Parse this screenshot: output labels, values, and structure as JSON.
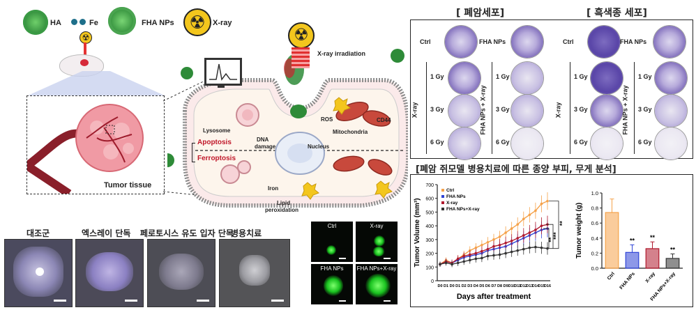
{
  "legend": {
    "ha": "HA",
    "fe": "Fe",
    "fha_nps": "FHA NPs",
    "xray": "X-ray"
  },
  "tumor_tissue": "Tumor tissue",
  "cell": {
    "xray_irradiation": "X-ray irradiation",
    "cd44": "CD44",
    "lysosome": "Lysosome",
    "dna_damage_1": "DNA",
    "dna_damage_2": "damage",
    "nucleus": "Nucleus",
    "mitochondria": "Mitochondria",
    "apoptosis": "Apoptosis",
    "ferroptosis": "Ferroptosis",
    "iron": "Iron",
    "lipid_1": "Lipid",
    "lipid_2": "peroxidation",
    "ros": "ROS"
  },
  "photos": {
    "labels": [
      "대조군",
      "엑스레이 단독",
      "페로토시스 유도 입자 단독",
      "병용치료"
    ]
  },
  "fluor": {
    "labels": [
      "Ctrl",
      "X-ray",
      "FHA NPs",
      "FHA NPs+X-ray"
    ]
  },
  "colony": {
    "lung_title": "[ 폐암세포]",
    "mela_title": "[ 흑색종 세포]",
    "ctrl": "Ctrl",
    "fha": "FHA NPs",
    "xray": "X-ray",
    "combo": "FHA NPs + X-ray",
    "doses": [
      "1 Gy",
      "3 Gy",
      "6 Gy"
    ]
  },
  "mouse_title": "[폐암 쥐모델 병용치료에 따른 종양 부피, 무게 분석]",
  "chart_data": [
    {
      "type": "line",
      "xlabel": "Days after treatment",
      "ylabel": "Tumor Volume (mm³)",
      "ylim": [
        0,
        700
      ],
      "yticks": [
        0,
        100,
        200,
        300,
        400,
        500,
        600,
        700
      ],
      "categories": [
        "D0",
        "D1",
        "D0",
        "D1",
        "D2",
        "D3",
        "D4",
        "D5",
        "D6",
        "D7",
        "D8",
        "D9",
        "D10",
        "D11",
        "D12",
        "D13",
        "D14",
        "D15",
        "D16"
      ],
      "series": [
        {
          "name": "Ctrl",
          "color": "#f5a24a",
          "values": [
            120,
            150,
            130,
            160,
            190,
            220,
            240,
            260,
            280,
            300,
            320,
            350,
            380,
            410,
            450,
            480,
            510,
            560,
            580
          ]
        },
        {
          "name": "FHA  NPs",
          "color": "#2f44d6",
          "values": [
            120,
            140,
            130,
            150,
            170,
            180,
            190,
            200,
            220,
            230,
            240,
            250,
            270,
            290,
            310,
            330,
            350,
            370,
            380
          ]
        },
        {
          "name": "X-ray",
          "color": "#b0192d",
          "values": [
            120,
            140,
            130,
            160,
            180,
            190,
            200,
            215,
            230,
            250,
            260,
            275,
            290,
            310,
            330,
            350,
            370,
            400,
            410
          ]
        },
        {
          "name": "FHA NPs+X-ray",
          "color": "#333333",
          "values": [
            120,
            130,
            120,
            130,
            140,
            150,
            160,
            165,
            180,
            185,
            190,
            200,
            210,
            220,
            230,
            240,
            245,
            240,
            235
          ]
        }
      ],
      "significance": [
        "**",
        "***",
        "**"
      ],
      "legend_position": "top-left"
    },
    {
      "type": "bar",
      "ylabel": "Tumor weight (g)",
      "ylim": [
        0,
        1.0
      ],
      "yticks": [
        0.0,
        0.2,
        0.4,
        0.6,
        0.8,
        1.0
      ],
      "categories": [
        "Ctrl",
        "FHA NPs",
        "X-ray",
        "FHA NPs+X-ray"
      ],
      "values": [
        0.74,
        0.21,
        0.26,
        0.13
      ],
      "errors": [
        0.18,
        0.1,
        0.09,
        0.06
      ],
      "colors": [
        "#f5a24a",
        "#2f44d6",
        "#b0192d",
        "#333333"
      ],
      "significance": [
        "",
        "**",
        "**",
        "**"
      ]
    }
  ]
}
